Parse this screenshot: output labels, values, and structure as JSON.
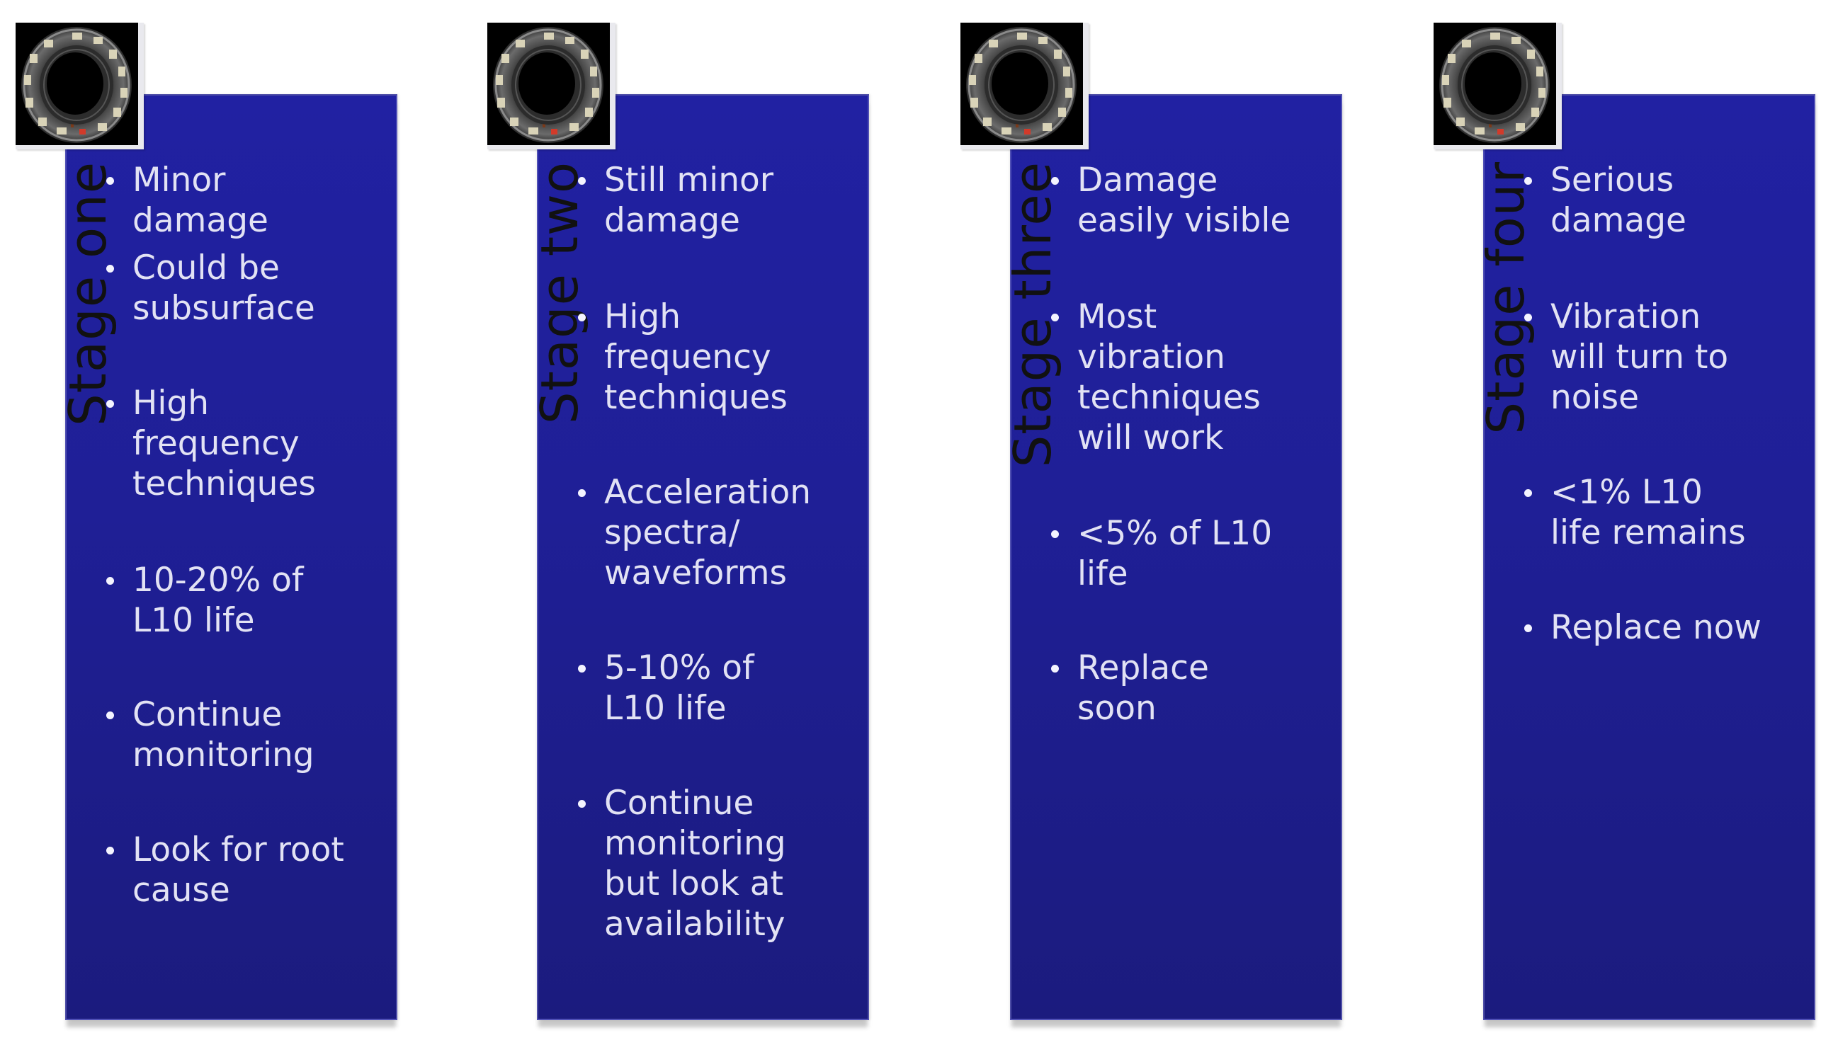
{
  "colors": {
    "panel_top": "#2121a2",
    "panel_bottom": "#1b1b7e",
    "bullet_text": "#e2e2f4",
    "label_text": "#111111",
    "background": "#ffffff"
  },
  "stages": [
    {
      "label": "Stage one",
      "icon": "bearing-photo-icon",
      "bullets": [
        {
          "lines": [
            "Minor",
            "damage"
          ]
        },
        {
          "lines": [
            "Could be",
            "subsurface"
          ]
        },
        {
          "lines": [
            "High",
            "frequency",
            "techniques"
          ]
        },
        {
          "lines": [
            "10-20% of",
            "L10 life"
          ]
        },
        {
          "lines": [
            "Continue",
            "monitoring"
          ]
        },
        {
          "lines": [
            "Look for root",
            "cause"
          ]
        }
      ]
    },
    {
      "label": "Stage two",
      "icon": "bearing-photo-icon",
      "bullets": [
        {
          "lines": [
            "Still minor",
            "damage"
          ]
        },
        {
          "lines": [
            "High",
            "frequency",
            "techniques"
          ]
        },
        {
          "lines": [
            "Acceleration",
            "spectra/",
            "waveforms"
          ]
        },
        {
          "lines": [
            "5-10% of",
            "L10 life"
          ]
        },
        {
          "lines": [
            "Continue",
            "monitoring",
            "but look at",
            "availability"
          ]
        }
      ]
    },
    {
      "label": "Stage three",
      "icon": "bearing-photo-icon",
      "bullets": [
        {
          "lines": [
            "Damage",
            "easily visible"
          ]
        },
        {
          "lines": [
            "Most",
            "vibration",
            "techniques",
            "will work"
          ]
        },
        {
          "lines": [
            "<5% of L10",
            "life"
          ]
        },
        {
          "lines": [
            "Replace",
            "soon"
          ]
        }
      ]
    },
    {
      "label": "Stage four",
      "icon": "bearing-photo-icon",
      "bullets": [
        {
          "lines": [
            "Serious",
            "damage"
          ]
        },
        {
          "lines": [
            "Vibration",
            "will turn to",
            "noise"
          ]
        },
        {
          "lines": [
            "<1% L10",
            "life remains"
          ]
        },
        {
          "lines": [
            "Replace now"
          ]
        }
      ]
    }
  ]
}
